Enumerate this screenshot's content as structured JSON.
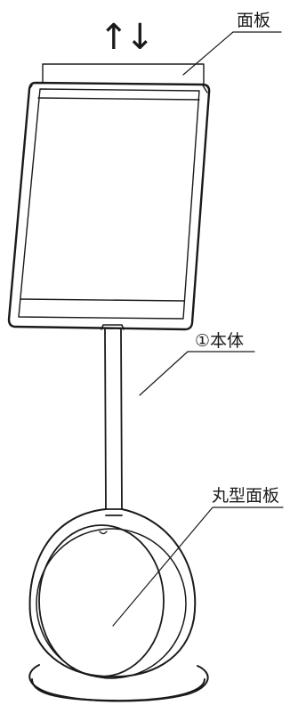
{
  "labels": {
    "panel": "面板",
    "body": "①本体",
    "round_panel": "丸型面板"
  },
  "arrows": {
    "symbol": "↑↓"
  },
  "colors": {
    "stroke": "#1a1a1a",
    "background": "#ffffff"
  }
}
